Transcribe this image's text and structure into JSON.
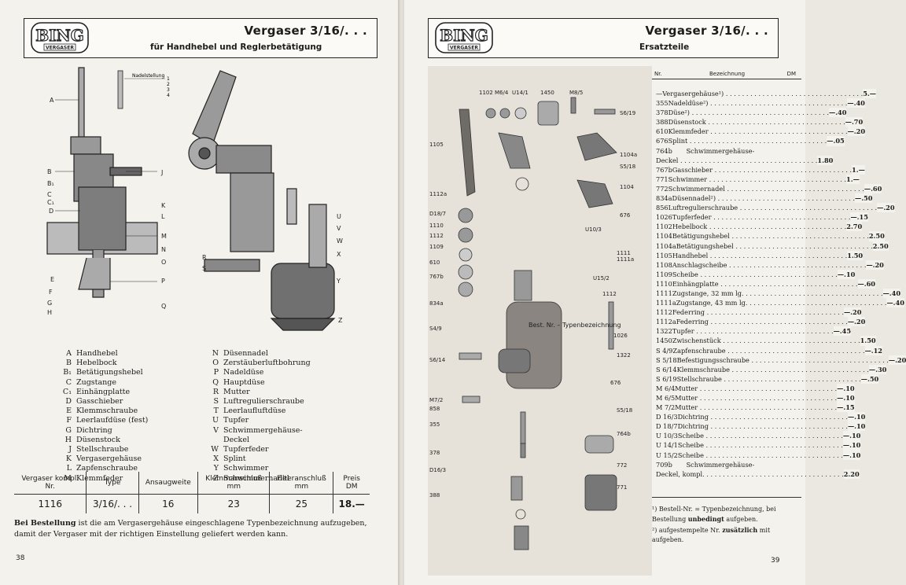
{
  "left": {
    "logo": {
      "brand": "BING",
      "sub": "VERGASER"
    },
    "title": "Vergaser 3/16/. . .",
    "subtitle": "für Handhebel und Reglerbetätigung",
    "legend_left": [
      {
        "k": "A",
        "t": "Handhebel"
      },
      {
        "k": "B",
        "t": "Hebelbock"
      },
      {
        "k": "B₁",
        "t": "Betätigungshebel"
      },
      {
        "k": "C",
        "t": "Zugstange"
      },
      {
        "k": "C₁",
        "t": "Einhängplatte"
      },
      {
        "k": "D",
        "t": "Gasschieber"
      },
      {
        "k": "E",
        "t": "Klemmschraube"
      },
      {
        "k": "F",
        "t": "Leerlaufdüse (fest)"
      },
      {
        "k": "G",
        "t": "Dichtring"
      },
      {
        "k": "H",
        "t": "Düsenstock"
      },
      {
        "k": "J",
        "t": "Stellschraube"
      },
      {
        "k": "K",
        "t": "Vergasergehäuse"
      },
      {
        "k": "L",
        "t": "Zapfenschraube"
      },
      {
        "k": "M",
        "t": "Klemmfeder"
      }
    ],
    "legend_right": [
      {
        "k": "N",
        "t": "Düsennadel"
      },
      {
        "k": "O",
        "t": "Zerstäuberluftbohrung"
      },
      {
        "k": "P",
        "t": "Nadeldüse"
      },
      {
        "k": "Q",
        "t": "Hauptdüse"
      },
      {
        "k": "R",
        "t": "Mutter"
      },
      {
        "k": "S",
        "t": "Luftregulierschraube"
      },
      {
        "k": "T",
        "t": "Leerlaufluftdüse"
      },
      {
        "k": "U",
        "t": "Tupfer"
      },
      {
        "k": "V",
        "t": "Schwimmergehäuse-"
      },
      {
        "k": "",
        "t": "Deckel"
      },
      {
        "k": "W",
        "t": "Tupferfeder"
      },
      {
        "k": "X",
        "t": "Splint"
      },
      {
        "k": "Y",
        "t": "Schwimmer"
      },
      {
        "k": "Z",
        "t": "Schwimmernadel"
      }
    ],
    "table": {
      "headers": [
        "Vergaser kompl.\nNr.",
        "Type",
        "Ansaugweite",
        "Klemmanschluß\nmm",
        "Filteranschluß\nmm",
        "Preis\nDM"
      ],
      "values": [
        "1116",
        "3/16/. . .",
        "16",
        "23",
        "25",
        "18.—"
      ]
    },
    "note_bold": "Bei Bestellung",
    "note_text": " ist die am Vergasergehäuse eingeschlagene Typenbezeichnung aufzugeben, damit der Vergaser mit der richtigen Einstellung geliefert werden kann.",
    "needle_label": "Nadelstellung",
    "page_number": "38"
  },
  "right": {
    "logo": {
      "brand": "BING",
      "sub": "VERGASER"
    },
    "title": "Vergaser 3/16/. . .",
    "subtitle": "Ersatzteile",
    "headers": {
      "nr": "Nr.",
      "desc": "Bezeichnung",
      "price": "DM"
    },
    "parts": [
      {
        "n": "—",
        "d": "Vergasergehäuse¹)",
        "p": "5.—"
      },
      {
        "n": "355",
        "d": "Nadeldüse²)",
        "p": "—.40"
      },
      {
        "n": "378",
        "d": "Düse²)",
        "p": "—.40"
      },
      {
        "n": "388",
        "d": "Düsenstock",
        "p": "—.70"
      },
      {
        "n": "610",
        "d": "Klemmfeder",
        "p": "—.20"
      },
      {
        "n": "676",
        "d": "Splint",
        "p": "—.05"
      },
      {
        "n": "764b",
        "d": "Schwimmergehäuse-",
        "p": ""
      },
      {
        "n": "",
        "d": "Deckel",
        "p": "1.80"
      },
      {
        "n": "767b",
        "d": "Gasschieber",
        "p": "1.—"
      },
      {
        "n": "771",
        "d": "Schwimmer",
        "p": "1.—"
      },
      {
        "n": "772",
        "d": "Schwimmernadel",
        "p": "—.60"
      },
      {
        "n": "834a",
        "d": "Düsennadel²)",
        "p": "—.50"
      },
      {
        "n": "856",
        "d": "Luftregulierschraube",
        "p": "—.20"
      },
      {
        "n": "1026",
        "d": "Tupferfeder",
        "p": "—.15"
      },
      {
        "n": "1102",
        "d": "Hebelbock",
        "p": "2.70"
      },
      {
        "n": "1104",
        "d": "Betätigungshebel",
        "p": "2.50"
      },
      {
        "n": "1104a",
        "d": "Betätigungshebel",
        "p": "2.50"
      },
      {
        "n": "1105",
        "d": "Handhebel",
        "p": "1.50"
      },
      {
        "n": "1108",
        "d": "Anschlagscheibe",
        "p": "—.20"
      },
      {
        "n": "1109",
        "d": "Scheibe",
        "p": "—.10"
      },
      {
        "n": "1110",
        "d": "Einhängplatte",
        "p": "—.60"
      },
      {
        "n": "1111",
        "d": "Zugstange, 32 mm lg.",
        "p": "—.40"
      },
      {
        "n": "1111a",
        "d": "Zugstange, 43 mm lg.",
        "p": "—.40"
      },
      {
        "n": "1112",
        "d": "Federring",
        "p": "—.20"
      },
      {
        "n": "1112a",
        "d": "Federring",
        "p": "—.20"
      },
      {
        "n": "1322",
        "d": "Tupfer",
        "p": "—.45"
      },
      {
        "n": "1450",
        "d": "Zwischenstück",
        "p": "1.50"
      },
      {
        "n": "S 4/9",
        "d": "Zapfenschraube",
        "p": "—.12"
      },
      {
        "n": "S 5/18",
        "d": "Befestigungsschraube",
        "p": "—.20"
      },
      {
        "n": "S 6/14",
        "d": "Klemmschraube",
        "p": "—.30"
      },
      {
        "n": "S 6/19",
        "d": "Stellschraube",
        "p": "—.50"
      },
      {
        "n": "M 6/4",
        "d": "Mutter",
        "p": "—.10"
      },
      {
        "n": "M 6/5",
        "d": "Mutter",
        "p": "—.10"
      },
      {
        "n": "M 7/2",
        "d": "Mutter",
        "p": "—.15"
      },
      {
        "n": "D 16/3",
        "d": "Dichtring",
        "p": "—.10"
      },
      {
        "n": "D 18/7",
        "d": "Dichtring",
        "p": "—.10"
      },
      {
        "n": "U 10/3",
        "d": "Scheibe",
        "p": "—.10"
      },
      {
        "n": "U 14/1",
        "d": "Scheibe",
        "p": "—.10"
      },
      {
        "n": "U 15/2",
        "d": "Scheibe",
        "p": "—.10"
      },
      {
        "n": "709b",
        "d": "Schwimmergehäuse-",
        "p": ""
      },
      {
        "n": "",
        "d": "Deckel, kompl.",
        "p": "2.20"
      }
    ],
    "footnote1_pre": "¹) Bestell-Nr. = Typenbezeichnung, bei Bestellung ",
    "footnote1_bold": "unbedingt",
    "footnote1_post": " aufgeben.",
    "footnote2_pre": "²) aufgestempelte Nr. ",
    "footnote2_bold": "zusätzlich",
    "footnote2_post": " mit aufgeben.",
    "callout": "Best. Nr. – Typenbezeichnung",
    "page_number": "39"
  }
}
